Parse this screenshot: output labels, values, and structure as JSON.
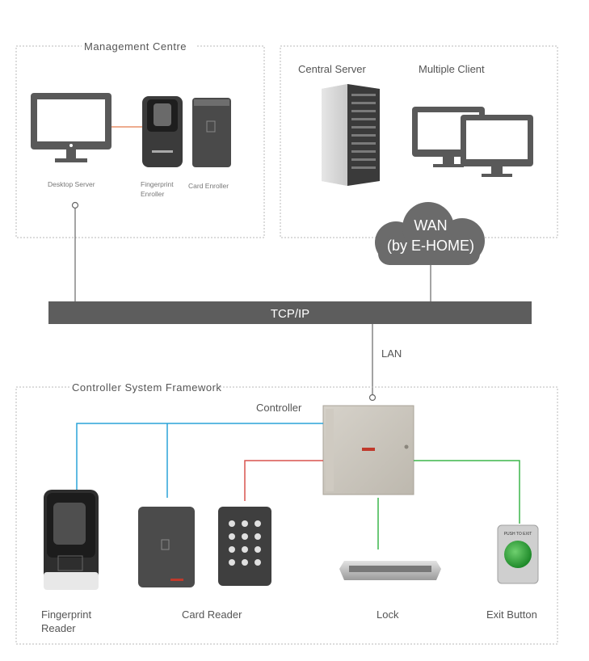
{
  "management": {
    "title": "Management Centre",
    "desktop_server": "Desktop Server",
    "fingerprint_enroller": [
      "Fingerprint",
      "Enroller"
    ],
    "card_enroller": "Card Enroller"
  },
  "server_area": {
    "central_server": "Central Server",
    "multiple_client": "Multiple Client"
  },
  "wan": {
    "line1": "WAN",
    "line2": "(by E-HOME)"
  },
  "network": {
    "bus_label": "TCP/IP",
    "lan_label": "LAN"
  },
  "controller_system": {
    "title": "Controller System Framework",
    "controller": "Controller",
    "fingerprint_reader": [
      "Fingerprint",
      "Reader"
    ],
    "card_reader": "Card Reader",
    "lock": "Lock",
    "exit_button": "Exit Button",
    "exit_button_face": "PUSH TO EXIT"
  },
  "colors": {
    "frame": "#b8b8b8",
    "device_gray": "#5b5b5b",
    "bus": "#5d5d5d",
    "wire_blue": "#2aa3d8",
    "wire_red": "#d9534f",
    "wire_green": "#3bb54a",
    "wire_orange": "#e8906a",
    "cloud": "#6b6b6b"
  }
}
